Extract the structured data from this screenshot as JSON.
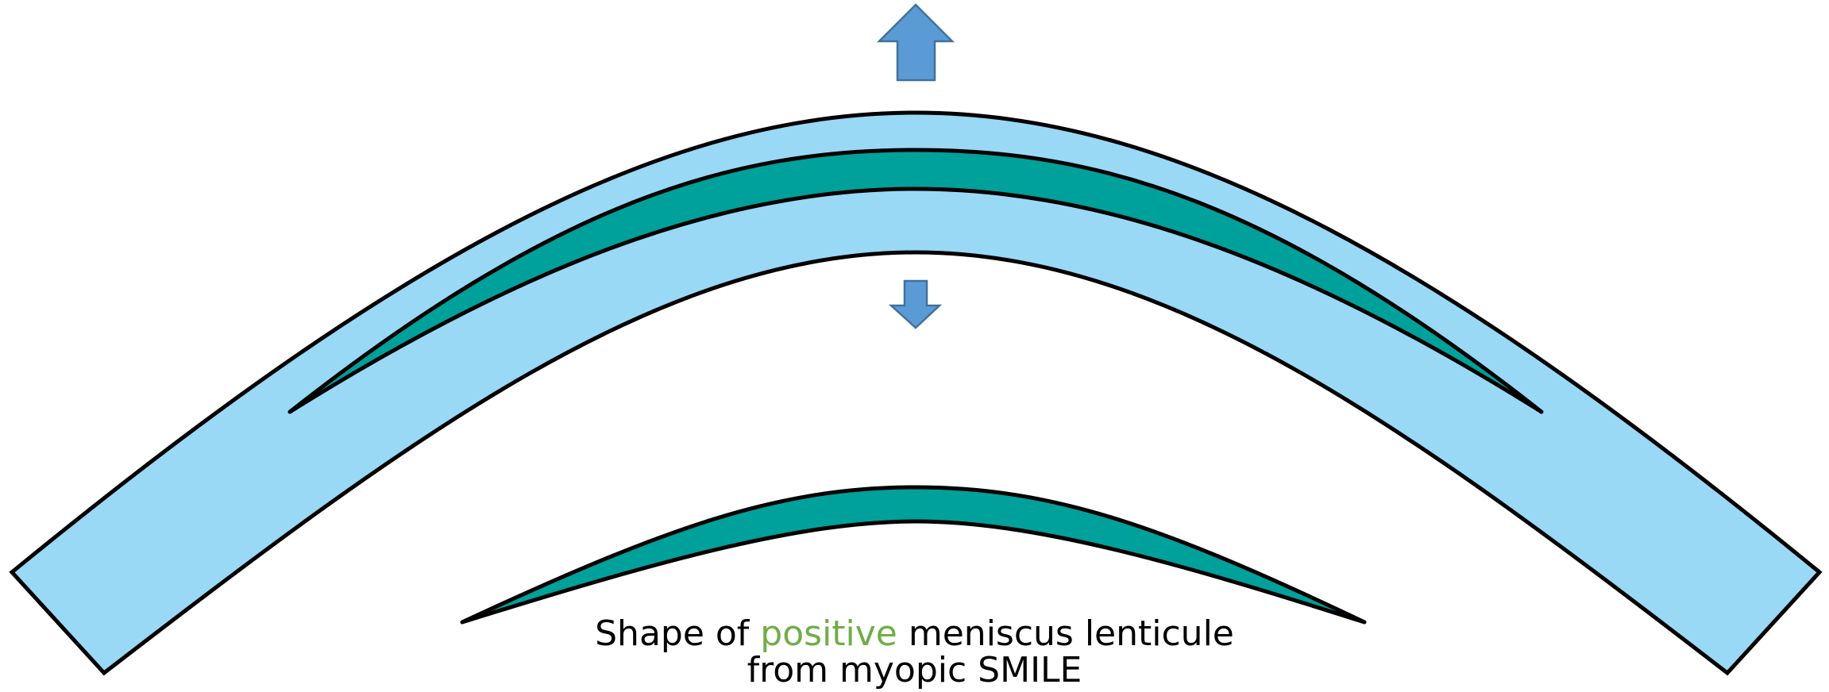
{
  "caption": {
    "line1_prefix": "Shape of ",
    "line1_highlight": "positive",
    "line1_suffix": " meniscus lenticule",
    "line2": "from myopic SMILE"
  },
  "colors": {
    "cornea_fill": "#99d9f6",
    "lenticule_fill": "#00a19a",
    "arrow_fill": "#5b9bd5",
    "arrow_stroke": "#41719c",
    "outline": "#000000",
    "highlight_text": "#70ad47"
  },
  "icons": {
    "up_arrow": "arrow-up-icon",
    "down_arrow": "arrow-down-icon"
  }
}
